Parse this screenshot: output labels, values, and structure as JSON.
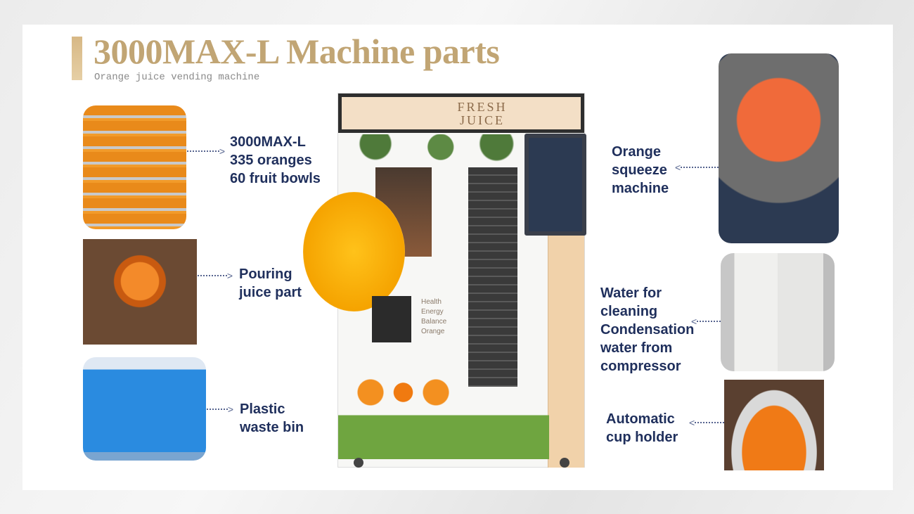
{
  "header": {
    "title": "3000MAX-L Machine parts",
    "subtitle": "Orange juice vending machine"
  },
  "machine": {
    "sign_line1": "FRESH",
    "sign_line2": "JUICE",
    "benefits": [
      "Health",
      "Energy",
      "Balance",
      "Orange"
    ]
  },
  "parts": {
    "storage": {
      "line1": "3000MAX-L",
      "line2": "335 oranges",
      "line3": "60 fruit bowls"
    },
    "pouring": {
      "line1": "Pouring",
      "line2": "juice part"
    },
    "waste": {
      "line1": "Plastic",
      "line2": "waste bin"
    },
    "squeeze": {
      "line1": "Orange",
      "line2": "squeeze",
      "line3": "machine"
    },
    "water": {
      "line1": "Water for",
      "line2": "cleaning",
      "line3": "Condensation",
      "line4": "water from",
      "line5": "compressor"
    },
    "cup": {
      "line1": "Automatic",
      "line2": "cup holder"
    }
  }
}
